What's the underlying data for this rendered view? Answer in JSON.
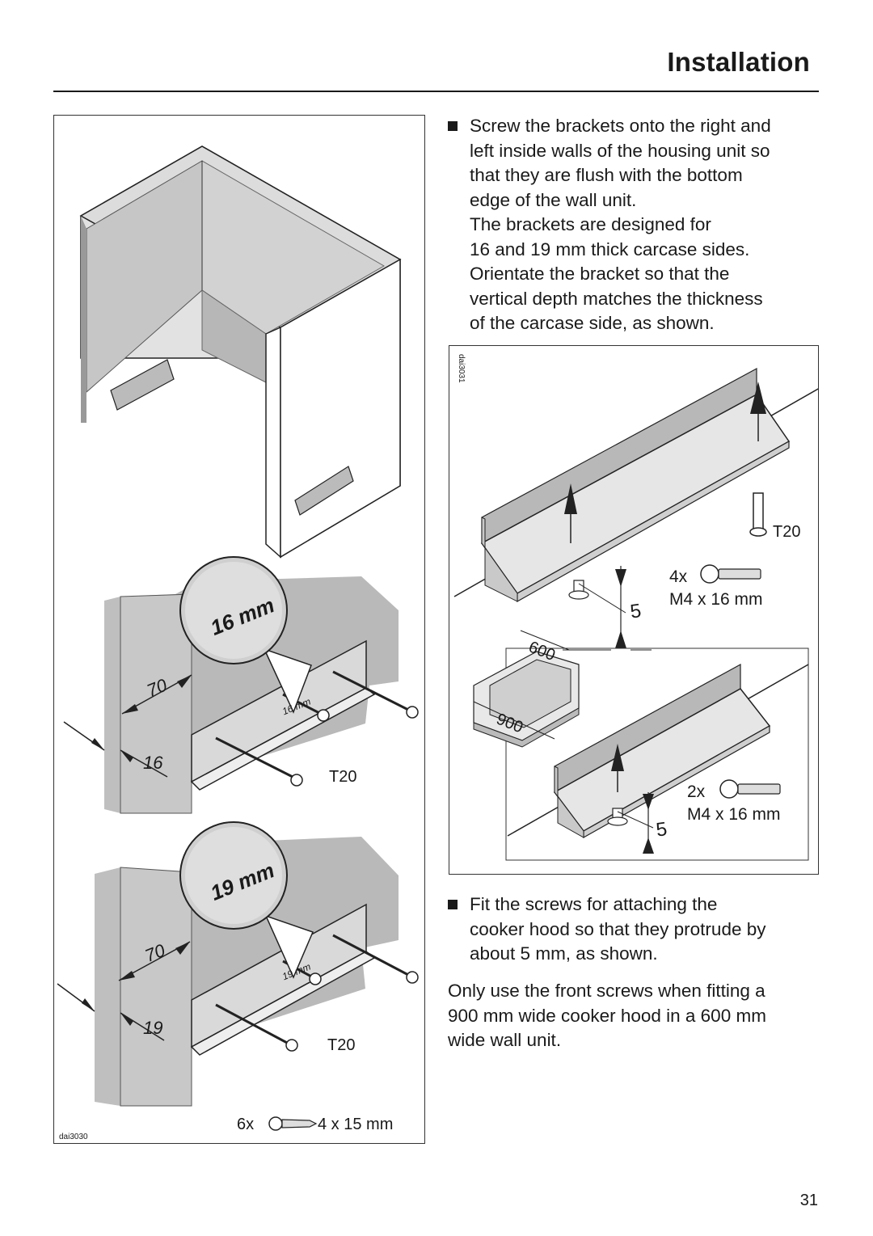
{
  "header": {
    "title": "Installation"
  },
  "figure_left": {
    "code": "dai3030",
    "callout_top": "16 mm",
    "callout_bottom": "19 mm",
    "dim_70_top": "70",
    "dim_16": "16",
    "dim_70_bottom": "70",
    "dim_19": "19",
    "bracket_label_16": "16 mm",
    "bracket_label_19": "19 mm",
    "tool_top": "T20",
    "tool_bottom": "T20",
    "screw_qty": "6x",
    "screw_size": "4 x 15 mm"
  },
  "figure_right": {
    "code": "dai3031",
    "tool": "T20",
    "screw_qty_top": "4x",
    "screw_size_top": "M4 x 16 mm",
    "protrude_top": "5",
    "dim_600": "600",
    "dim_900": "900",
    "screw_qty_bottom": "2x",
    "screw_size_bottom": "M4 x 16 mm",
    "protrude_bottom": "5"
  },
  "instructions": {
    "step1": [
      "Screw the brackets onto the right and",
      "left inside walls of the housing unit so",
      "that they are flush with the bottom",
      "edge of the wall unit.",
      "The brackets are designed for",
      "16 and 19 mm thick carcase sides.",
      "Orientate the bracket so that the",
      "vertical depth matches the thickness",
      "of the carcase side, as shown."
    ],
    "step2": [
      "Fit the screws for attaching the",
      "cooker hood so that they protrude by",
      "about 5 mm, as shown."
    ],
    "note": [
      "Only use the front screws when fitting a",
      "900 mm wide cooker hood in a 600 mm",
      "wide wall unit."
    ]
  },
  "footer": {
    "page_number": "31"
  }
}
